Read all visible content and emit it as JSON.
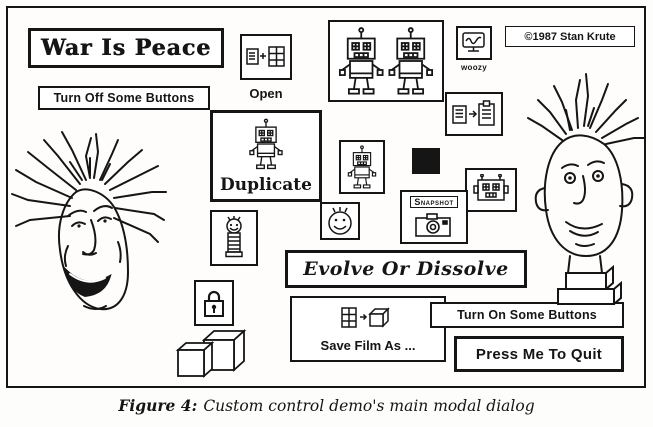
{
  "page": {
    "caption_label": "Figure 4:",
    "caption_text": "Custom control demo's main modal dialog"
  },
  "dialog": {
    "title": "War Is Peace",
    "copyright": "©1987 Stan Krute",
    "turn_off_label": "Turn Off Some Buttons",
    "open_label": "Open",
    "woozy_label": "woozy",
    "duplicate_label": "Duplicate",
    "snapshot_label": "Snapshot",
    "evolve_label": "Evolve Or Dissolve",
    "save_film_label": "Save Film As ...",
    "turn_on_label": "Turn On Some Buttons",
    "quit_label": "Press Me To Quit"
  },
  "icons": {
    "open": "document-to-film-copy-icon",
    "robots": "twin-robots-icon",
    "woozy": "woozy-monitor-icon",
    "clipboard": "document-to-clipboard-icon",
    "duplicate": "robot-icon",
    "small_robot": "small-robot-icon",
    "black_square": "black-square-swatch",
    "robot_head": "robot-head-icon",
    "tall_robot": "tall-robot-icon",
    "smiley": "smiley-face-icon",
    "camera": "camera-icon",
    "lock": "padlock-icon",
    "cubes": "stacked-cubes-icon",
    "left_face": "wild-hair-face-sketch-left",
    "right_face": "wild-hair-face-sketch-right"
  },
  "colors": {
    "ink": "#151515",
    "paper": "#fefdfb"
  }
}
